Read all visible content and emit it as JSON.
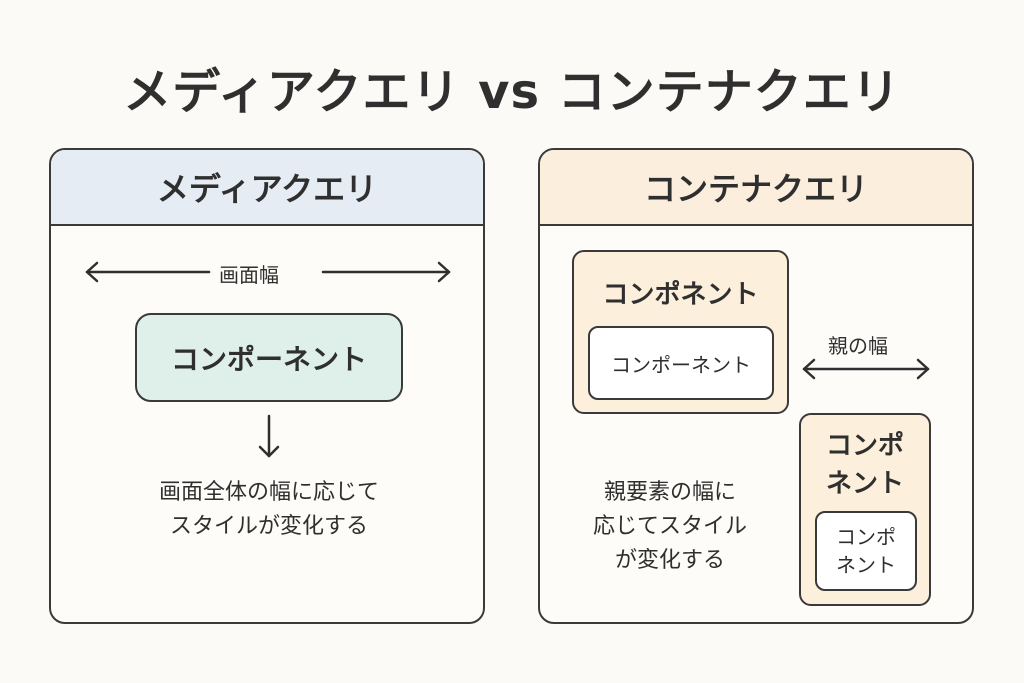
{
  "title": "メディアクエリ vs コンテナクエリ",
  "media_panel": {
    "header": "メディアクエリ",
    "width_label": "画面幅",
    "component_label": "コンポーネント",
    "description_lines": [
      "画面全体の幅に応じて",
      "スタイルが変化する"
    ]
  },
  "container_panel": {
    "header": "コンテナクエリ",
    "wide_component_label": "コンポネント",
    "wide_inner_label": "コンポーネント",
    "width_label": "親の幅",
    "narrow_component_lines": [
      "コンポ",
      "ネント"
    ],
    "narrow_inner_lines": [
      "コンポ",
      "ネント"
    ],
    "description_lines": [
      "親要素の幅に",
      "応じてスタイル",
      "が変化する"
    ]
  }
}
